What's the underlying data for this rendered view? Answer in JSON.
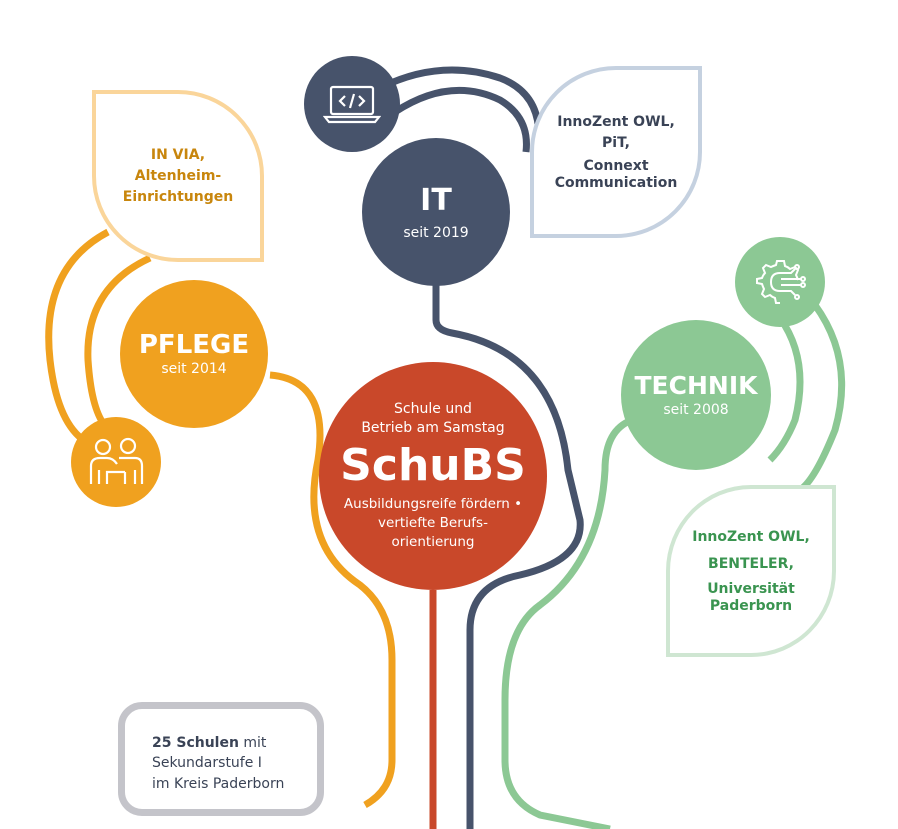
{
  "colors": {
    "pflege": "#f0a11f",
    "pflege_light": "#fad59a",
    "pflege_text": "#c8860d",
    "it": "#47536b",
    "it_light": "#c5d1e0",
    "technik": "#8cc894",
    "technik_light": "#cfe6d2",
    "technik_text": "#3a9450",
    "center": "#c9482a",
    "grey": "#c4c4ca"
  },
  "center": {
    "top_line1": "Schule und",
    "top_line2": "Betrieb am Samstag",
    "title": "SchuBS",
    "bottom_line1": "Ausbildungsreife fördern •",
    "bottom_line2": "vertiefte Berufs-",
    "bottom_line3": "orientierung"
  },
  "pflege": {
    "title": "PFLEGE",
    "since": "seit 2014",
    "icon": "people-icon",
    "partners": [
      "IN VIA,",
      "Altenheim-",
      "Einrichtungen"
    ]
  },
  "it": {
    "title": "IT",
    "since": "seit 2019",
    "icon": "laptop-code-icon",
    "partners": [
      "InnoZent OWL,",
      "PiT,",
      "Connext",
      "Communication"
    ]
  },
  "technik": {
    "title": "TECHNIK",
    "since": "seit 2008",
    "icon": "gear-circuit-icon",
    "partners": [
      "InnoZent OWL,",
      "BENTELER,",
      "Universität",
      "Paderborn"
    ]
  },
  "schools": {
    "bold": "25 Schulen",
    "rest1": " mit",
    "line2": "Sekundarstufe I",
    "line3": "im Kreis Paderborn"
  }
}
